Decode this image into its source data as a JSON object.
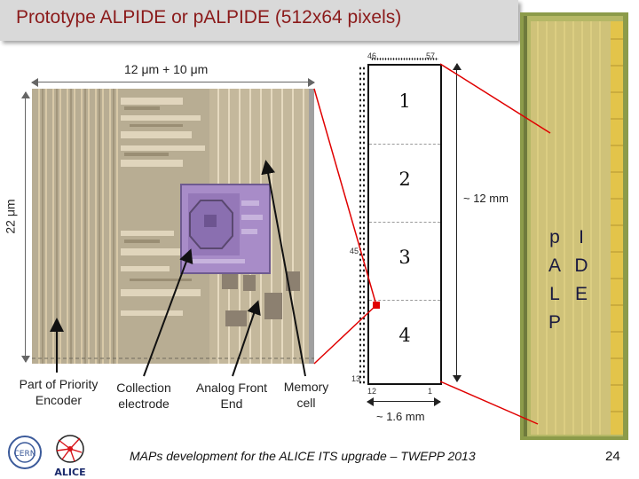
{
  "slide": {
    "title": "Prototype ALPIDE or pALPIDE (512x64 pixels)",
    "page_number": "24",
    "footer": "MAPs development for the ALICE ITS upgrade – TWEPP 2013"
  },
  "pixel_layout": {
    "width_label": "12 μm + 10 μm",
    "height_label": "22 μm"
  },
  "matrix": {
    "sector_numbers": [
      "1",
      "2",
      "3",
      "4"
    ],
    "coord_46": "46",
    "coord_57": "57",
    "coord_45": "45",
    "coord_13": "13",
    "coord_12": "12",
    "coord_1": "1",
    "height_label": "~ 12 mm",
    "width_label": "~ 1.6 mm"
  },
  "die": {
    "letters_col1": [
      "p",
      "A",
      "L",
      "P"
    ],
    "letters_col2": [
      "I",
      "D",
      "E"
    ]
  },
  "callouts": {
    "priority_encoder": "Part of Priority Encoder",
    "collection_electrode": "Collection electrode",
    "analog_front_end": "Analog Front End",
    "memory_cell": "Memory cell"
  },
  "logos": {
    "cern": "CERN",
    "alice": "ALICE"
  },
  "colors": {
    "title": "#8b1a1a",
    "leader_lines": "#e00000",
    "title_bar": "#d9d9d9",
    "die_gold": "#d8c24a"
  }
}
